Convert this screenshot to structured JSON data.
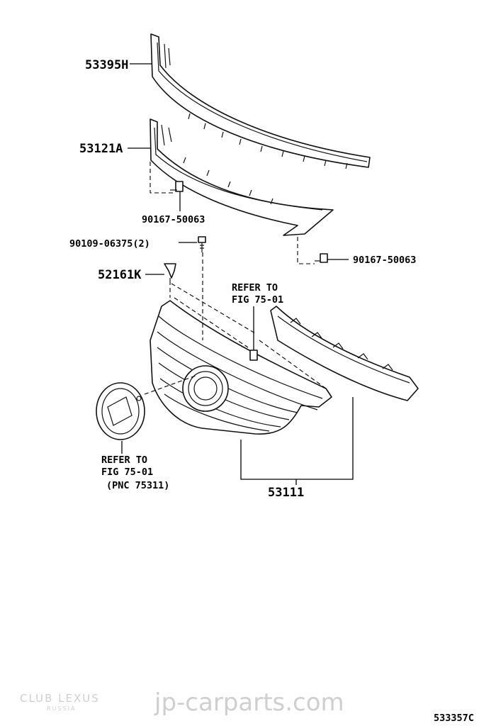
{
  "labels": {
    "p53395H": "53395H",
    "p53121A": "53121A",
    "p90167_a": "90167-50063",
    "p90109": "90109-06375(2)",
    "p90167_b": "90167-50063",
    "p52161K": "52161K",
    "refer_right_1": "REFER TO",
    "refer_right_2": "FIG 75-01",
    "refer_left_1": "REFER TO",
    "refer_left_2": "FIG 75-01",
    "refer_left_3": "(PNC 75311)",
    "p53111": "53111"
  },
  "watermark": {
    "site": "jp-carparts.com",
    "club_logo": "CLUB LEXUS",
    "club_sub": "RUSSIA"
  },
  "figure_code": "533357C"
}
